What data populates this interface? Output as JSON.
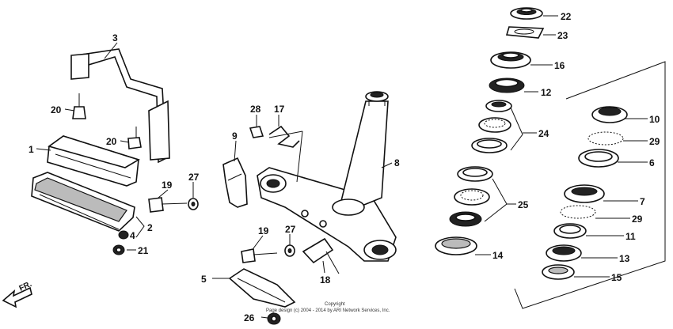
{
  "callouts": [
    "22",
    "23",
    "16",
    "12",
    "24",
    "10",
    "29",
    "6",
    "25",
    "7",
    "29",
    "11",
    "14",
    "13",
    "15",
    "3",
    "20",
    "20",
    "1",
    "2",
    "4",
    "21",
    "28",
    "17",
    "9",
    "8",
    "19",
    "27",
    "19",
    "27",
    "5",
    "18",
    "26"
  ],
  "copyright": {
    "line1": "Copyright",
    "line2": "Page design (c) 2004 - 2014 by ARI Network Services, Inc."
  },
  "direction": "FR."
}
